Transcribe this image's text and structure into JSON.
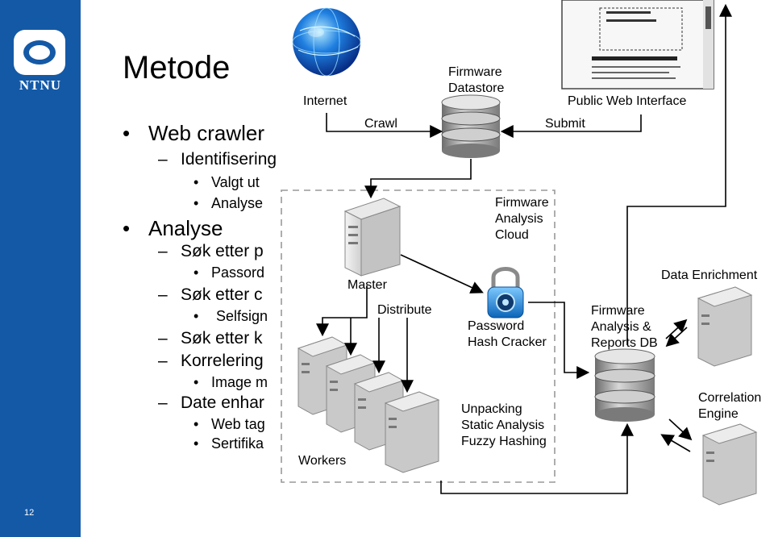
{
  "sidebar": {
    "logo_text": "NTNU",
    "page_number": "12"
  },
  "slide": {
    "title": "Metode",
    "bullets": [
      {
        "level": 1,
        "text": "Web crawler"
      },
      {
        "level": 2,
        "text": "Identifisering"
      },
      {
        "level": 3,
        "text": "Valgt ut"
      },
      {
        "level": 3,
        "text": "Analyse"
      },
      {
        "level": 1,
        "text": "Analyse"
      },
      {
        "level": 2,
        "text": "Søk etter p"
      },
      {
        "level": 3,
        "text": "Passord"
      },
      {
        "level": 2,
        "text": "Søk etter c"
      },
      {
        "level": 3,
        "text": "Selfsign"
      },
      {
        "level": 2,
        "text": "Søk etter k"
      },
      {
        "level": 2,
        "text": "Korrelering"
      },
      {
        "level": 3,
        "text": "Image m"
      },
      {
        "level": 2,
        "text": "Date enhar"
      },
      {
        "level": 3,
        "text": "Web tag"
      },
      {
        "level": 3,
        "text": "Sertifika"
      }
    ]
  },
  "diagram": {
    "internet": "Internet",
    "crawl": "Crawl",
    "firmware_datastore": "Firmware\nDatastore",
    "submit": "Submit",
    "public_web_interface": "Public Web Interface",
    "firmware_analysis_cloud": "Firmware\nAnalysis\nCloud",
    "master": "Master",
    "distribute": "Distribute",
    "password_hash_cracker": "Password\nHash Cracker",
    "firmware_reports_db": "Firmware\nAnalysis &\nReports DB",
    "data_enrichment": "Data Enrichment",
    "correlation_engine": "Correlation\nEngine",
    "unpacking": "Unpacking\nStatic Analysis\nFuzzy Hashing",
    "workers": "Workers"
  },
  "colors": {
    "sidebar": "#1459a6",
    "white": "#ffffff"
  }
}
